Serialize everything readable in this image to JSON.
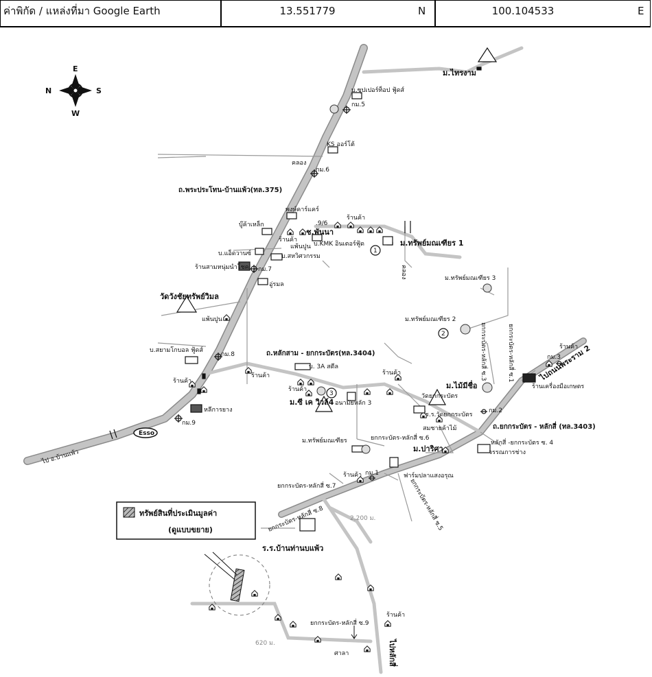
{
  "header": {
    "coord_label": "ค่าพิกัด / แหล่งที่มา Google Earth",
    "lat": "13.551779",
    "lat_dir": "N",
    "lon": "100.104533",
    "lon_dir": "E"
  },
  "compass": {
    "e": "E",
    "w": "W",
    "n": "N",
    "s": "S"
  },
  "labels": {
    "thairam": "ม.ไทรงาม",
    "supertop": "บ.ซุปเปอร์ท็อป ฟู้ดส์",
    "km5": "กม.5",
    "ks": "KS ออร์โต้",
    "khlong1": "คลอง",
    "km6": "กม.6",
    "road375": "ถ.พระประโทน-บ้านแพ้ว(ทล.375)",
    "pongcar": "พงษ์คาร์แคร์",
    "shop1": "ร้านค้า",
    "ushop": "บู๊ค้าเหล็ก",
    "nine6": ".9/6",
    "chpanna": "ช.พันนา",
    "shop2": "ร้านค้า",
    "panpun1": "แพ้นปูน",
    "kmk": "บ.KMK อินเตอร์ฟู้ด",
    "supmanee1": "ม.ทรัพย์มณเฑียร 1",
    "khlong2": "คลอง",
    "advance": "บ.แอ็ดวานซ์",
    "sahawis": "บ.สหวิศวกรรม",
    "sammuang": "ร้านสามหนุ่มนำโชค",
    "km7": "กม.7",
    "umon": "อู่รมล",
    "watwang": "วัดวังชัยทรัพย์วิมล",
    "supmanee3": "ม.ทรัพย์มณเฑียร 3",
    "panpun2": "แพ้นปูน",
    "supmanee2": "ม.ทรัพย์มณเฑียร 2",
    "siam": "บ.สยามโกบอล ฟู้ดส์",
    "km8": "กม.8",
    "road3404": "ถ.หลักสาม - ยกกระบัตร(ทล.3404)",
    "threea": "บ. 3A สตีล",
    "shop3": "ร้านค้า",
    "soi3": "ยกกระบัตร-หลักสี่ ซ.3",
    "soi1": "ยกกระบัตร-หลักสี่ ซ.1",
    "km3": "กม.3",
    "shop4": "ร้านค้า",
    "ramindra": "ไปถนนพระราม 2",
    "toolshop": "ร้านเครื่องมือเกษตร",
    "shop5": "ร้านค้า",
    "shop6": "ร้านค้า",
    "shop7": "ร้านค้า",
    "cv4": "ม.ซี เค วิวล์4",
    "anamai": "อนามัยหลัก 3",
    "mainmee": "ม.ไม้มีชื่อ",
    "watyok": "วัดยกกระบัตร",
    "school1": "ร.ร.วัดยกกระบัตร",
    "km2": "กม.2",
    "sommai": "สมชายค้าไม้",
    "road3403": "ถ.ยกกระบัตร - หลักสี่ (ทล.3403)",
    "soi4": "หลักสี่ -ยกกระบัตร ซ. 4",
    "wansamchang": "วรรณการช่าง",
    "langyang": "หลีการยาง",
    "km9": "กม.9",
    "esso": "Esso",
    "banpaew": "ไป อ.บ้านแพ้ว",
    "supmanee": "ม.ทรัพย์มณเฑียร",
    "soi6": "ยกกระบัตร-หลักสี่ ซ.6",
    "mpawisa": "ม.ปาริศา",
    "shop8": "ร้านค้า",
    "km1": "กม.1",
    "farmpla": "ฟาร์มปลาแสงอรุณ",
    "soi7": "ยกกระบัตร-หลักสี่ ซ.7",
    "soi8": "ยกกระบัตร-หลักสี่ ซ.8",
    "soi5": "ยกกระบัตร-หลักสี่ ซ.5",
    "dist2200": "2,200 ม.",
    "school2": "ร.ร.บ้านท่านบแพ้ว",
    "shop9": "ร้านค้า",
    "soi9": "ยกกระบัตร-หลักสี่ ซ.9",
    "dist620": "620 ม.",
    "sala": "ศาลา",
    "lakhsi": "ไปหลักสี่"
  },
  "legend": {
    "title": "ทรัพย์สินที่ประเมินมูลค่า",
    "subtitle": "(ดูแบบขยาย)"
  },
  "markers": {
    "m1": "1",
    "m2": "2",
    "m3": "3"
  },
  "colors": {
    "road": "#bdbdbd",
    "road_edge": "#8a8a8a",
    "ink": "#111111",
    "hatch": "#555555"
  }
}
